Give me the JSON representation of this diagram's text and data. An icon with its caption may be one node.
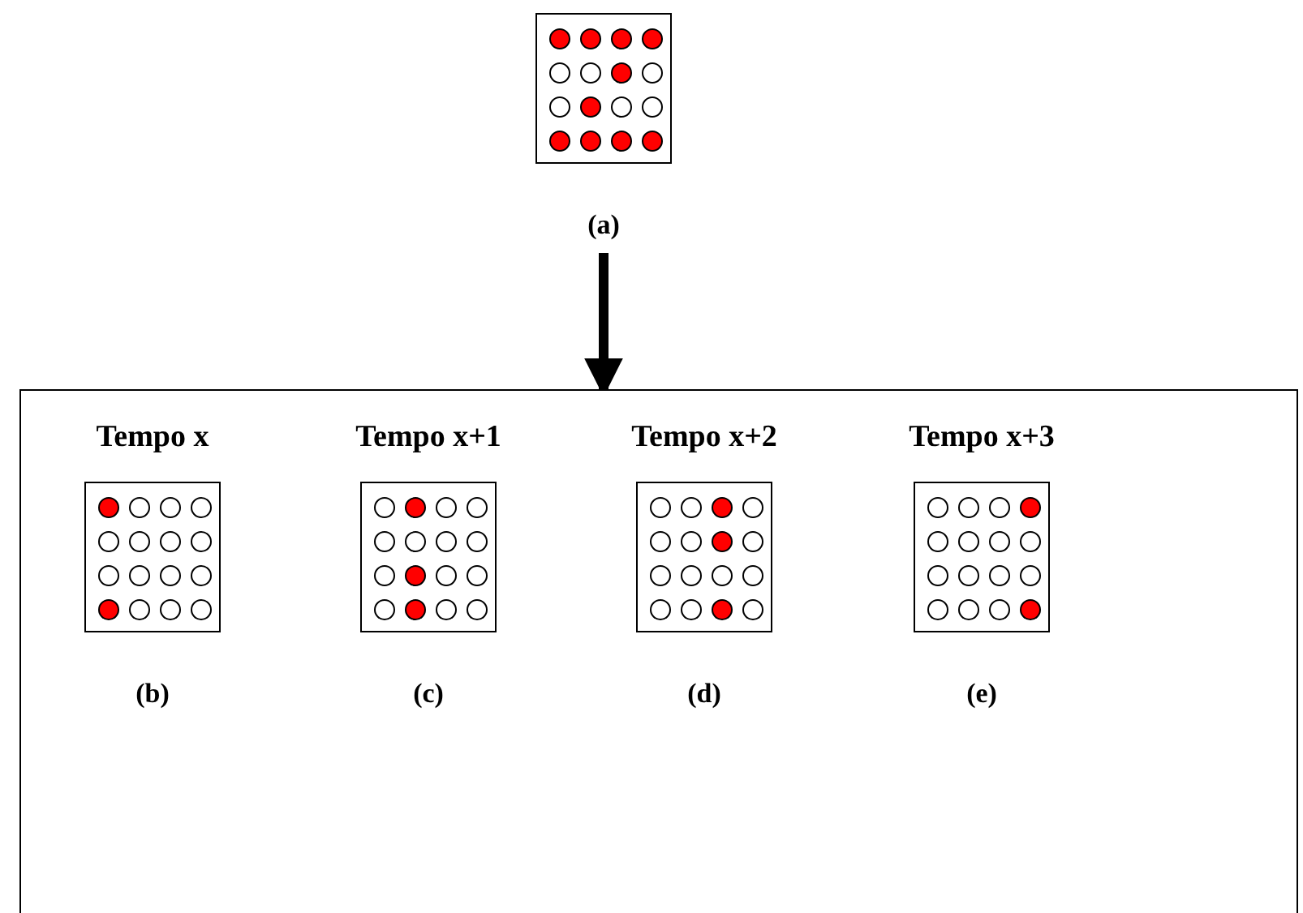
{
  "diagram": {
    "nodes": [
      {
        "text": [],
        "shape": "box",
        "beside": [
          "(a)"
        ]
      },
      {
        "text": [],
        "shape": "box"
      },
      {
        "text": [
          "Tempo x"
        ],
        "in": 1,
        "beside": [
          "(b)"
        ]
      },
      {
        "text": [
          "Tempo x+1"
        ],
        "in": 1,
        "beside": [
          "(c)"
        ]
      },
      {
        "text": [
          "Tempo x+2"
        ],
        "in": 1,
        "beside": [
          "(d)"
        ]
      },
      {
        "text": [
          "Tempo x+3"
        ],
        "in": 1,
        "beside": [
          "(e)"
        ]
      }
    ],
    "edges": [
      {
        "from": 0,
        "to": 1,
        "arrow": "to"
      }
    ]
  }
}
